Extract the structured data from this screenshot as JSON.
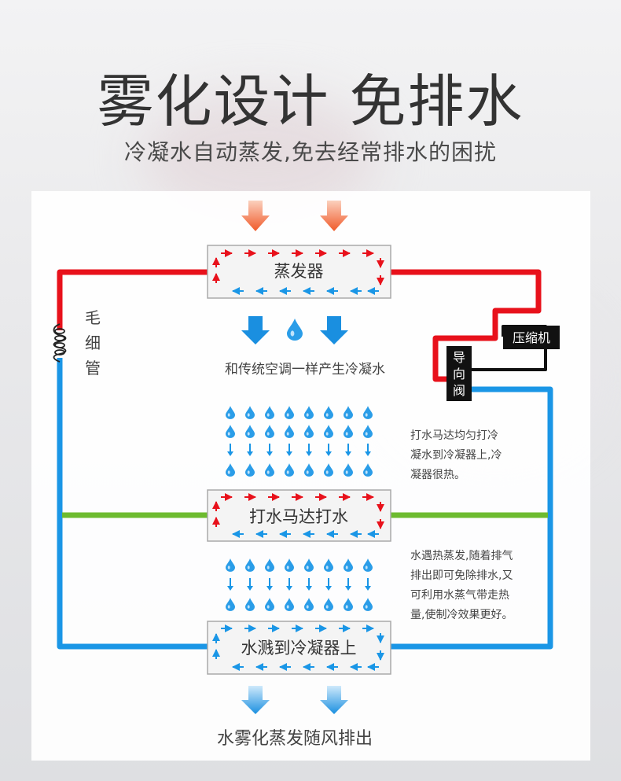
{
  "header": {
    "title": "雾化设计 免排水",
    "subtitle": "冷凝水自动蒸发,免去经常排水的困扰"
  },
  "diagram": {
    "evaporator_label": "蒸发器",
    "pump_label": "打水马达打水",
    "condenser_label": "水溅到冷凝器上",
    "capillary_chars": [
      "毛",
      "细",
      "管"
    ],
    "compressor_label": "压缩机",
    "valve_chars": [
      "导",
      "向",
      "阀"
    ],
    "condensation_text": "和传统空调一样产生冷凝水",
    "side_note_1": [
      "打水马达均匀打冷",
      "凝水到冷凝器上,冷",
      "凝器很热。"
    ],
    "side_note_2": [
      "水遇热蒸发,随着排气",
      "排出即可免除排水,又",
      "可利用水蒸气带走热",
      "量,使制冷效果更好。"
    ],
    "bottom_text": "水雾化蒸发随风排出"
  },
  "colors": {
    "red_pipe": "#e8111b",
    "blue_pipe": "#1a96e6",
    "green_pipe": "#6dbb2f",
    "drop_blue": "#2a9de8",
    "orange_arrow": "#f06a3c",
    "tag_bg": "#111111"
  }
}
